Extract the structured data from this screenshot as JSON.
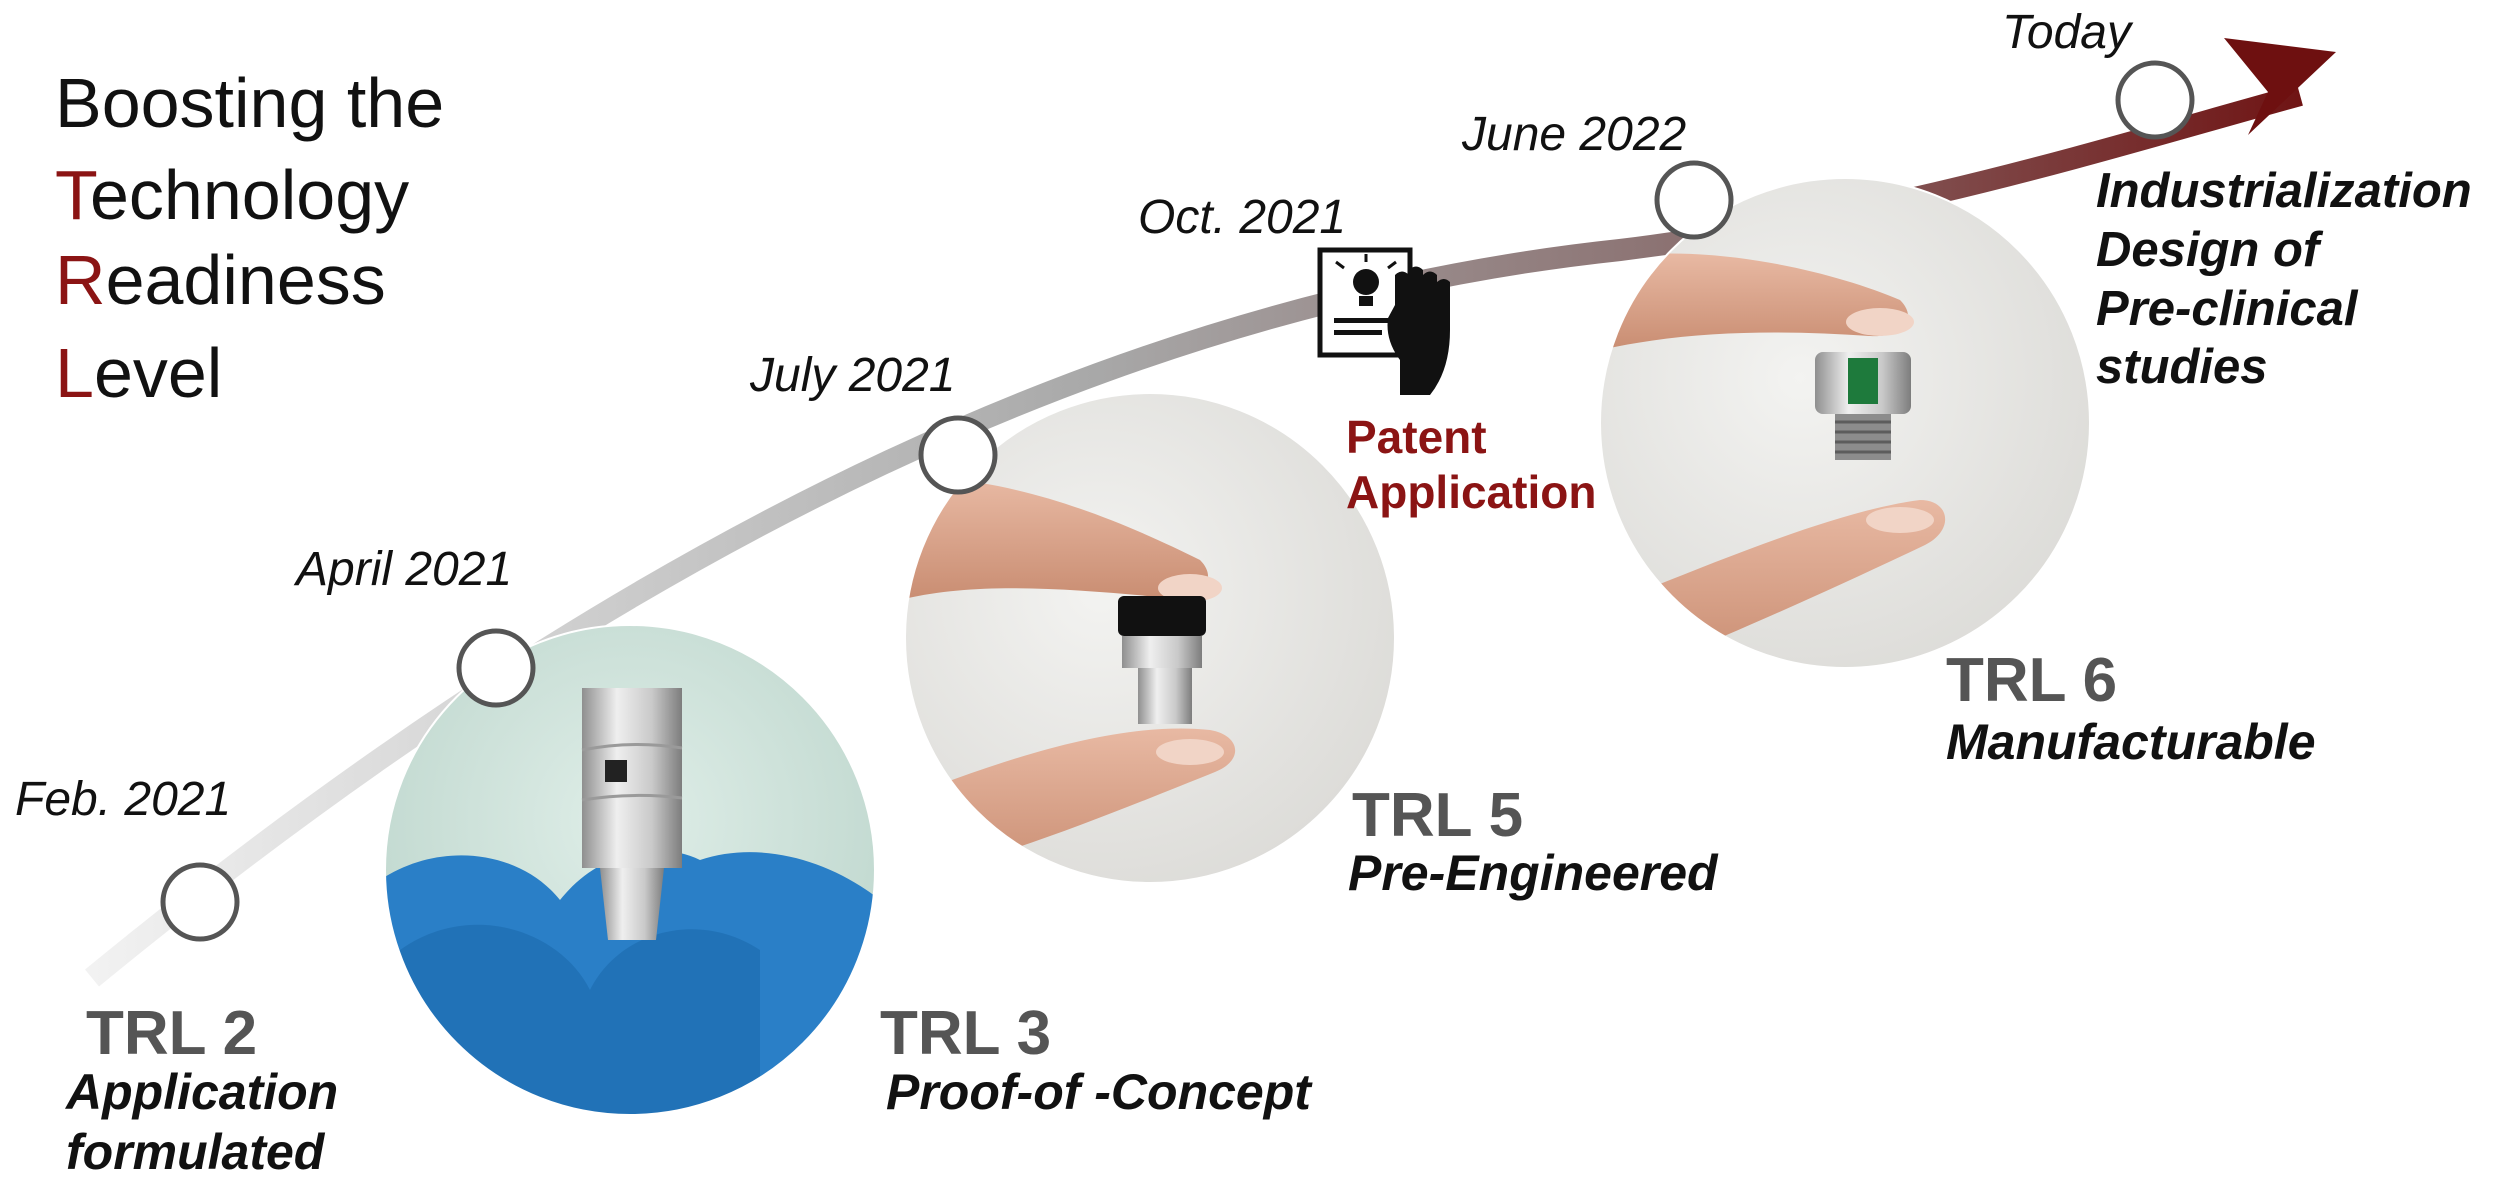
{
  "title": {
    "line1": "Boosting the",
    "line2_cap": "T",
    "line2_rest": "echnology",
    "line3_cap": "R",
    "line3_rest": "eadiness",
    "line4_cap": "L",
    "line4_rest": "evel"
  },
  "milestones": [
    {
      "date": "Feb. 2021"
    },
    {
      "date": "April 2021"
    },
    {
      "date": "July 2021"
    },
    {
      "date": "Oct. 2021"
    },
    {
      "date": "June 2022"
    },
    {
      "date": "Today"
    }
  ],
  "stages": [
    {
      "trl": "TRL 2",
      "desc_line1": "Application",
      "desc_line2": "formulated"
    },
    {
      "trl": "TRL 3",
      "desc_line1": "Proof-of -Concept"
    },
    {
      "trl": "TRL 5",
      "desc_line1": "Pre-Engineered"
    },
    {
      "trl": "TRL 6",
      "desc_line1": "Manufacturable"
    }
  ],
  "patent": {
    "line1": "Patent",
    "line2": "Application"
  },
  "final": {
    "line1": "Industrialization",
    "line2": "Design of",
    "line3": "Pre-clinical",
    "line4": "studies"
  },
  "colors": {
    "accent": "#8b1414",
    "trl_gray": "#555555",
    "curve_start": "#eeeeee",
    "curve_mid": "#a9a9a9",
    "curve_end": "#7a1414"
  }
}
